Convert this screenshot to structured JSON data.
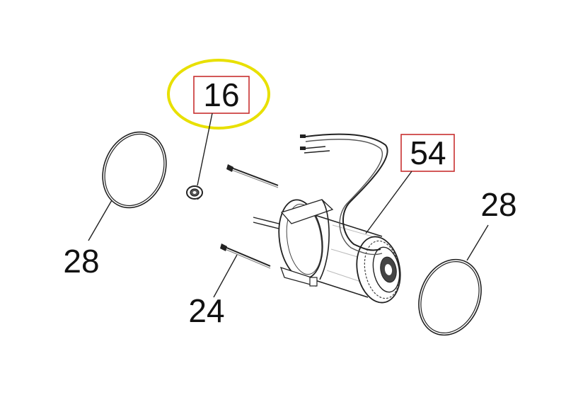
{
  "callouts": {
    "c16": "16",
    "c54": "54",
    "c28_left": "28",
    "c28_right": "28",
    "c24": "24"
  },
  "colors": {
    "highlight": "#e8e000",
    "box": "#c83030",
    "line": "#222222"
  }
}
